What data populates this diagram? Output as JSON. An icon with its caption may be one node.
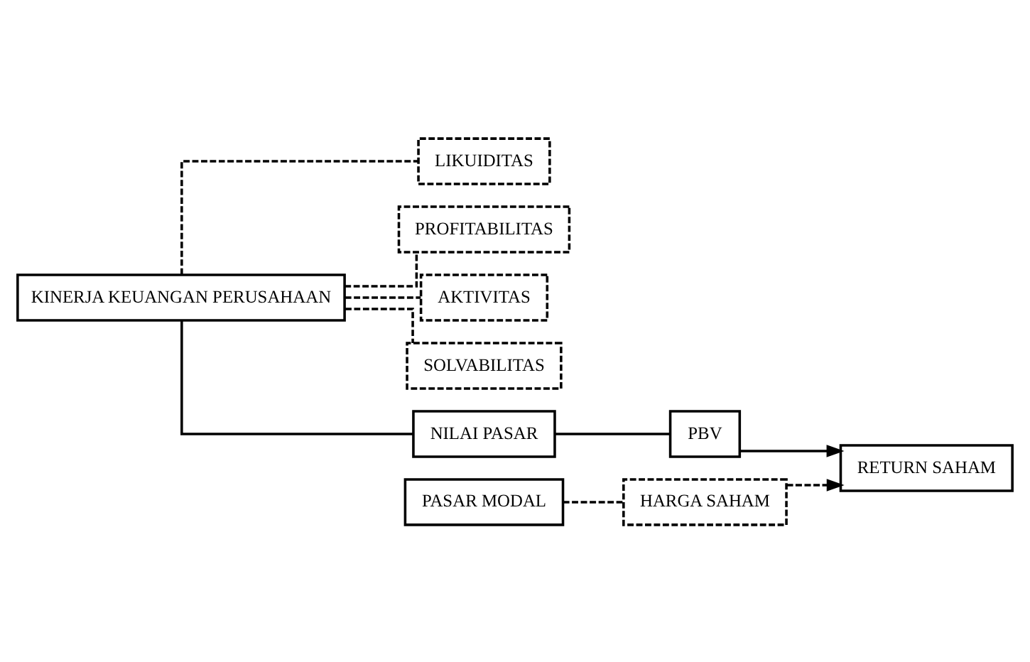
{
  "diagram": {
    "nodes": [
      {
        "text": [
          "KINERJA KEUANGAN PERUSAHAAN"
        ]
      },
      {
        "text": [
          "LIKUIDITAS"
        ]
      },
      {
        "text": [
          "PROFITABILITAS"
        ]
      },
      {
        "text": [
          "AKTIVITAS"
        ]
      },
      {
        "text": [
          "SOLVABILITAS"
        ]
      },
      {
        "text": [
          "NILAI PASAR"
        ]
      },
      {
        "text": [
          "PASAR MODAL"
        ]
      },
      {
        "text": [
          "HARGA SAHAM"
        ]
      },
      {
        "text": [
          "PBV"
        ]
      },
      {
        "text": [
          "RETURN SAHAM"
        ]
      }
    ],
    "edges": [
      {
        "from": 0,
        "to": 1,
        "arrow": "none",
        "style": "dashed"
      },
      {
        "from": 0,
        "to": 2,
        "arrow": "none",
        "style": "dashed"
      },
      {
        "from": 0,
        "to": 3,
        "arrow": "none",
        "style": "dashed"
      },
      {
        "from": 0,
        "to": 4,
        "arrow": "none",
        "style": "dashed"
      },
      {
        "from": 0,
        "to": 5,
        "arrow": "none"
      },
      {
        "from": 6,
        "to": 7,
        "arrow": "none",
        "style": "dashed"
      },
      {
        "from": 5,
        "to": 8,
        "arrow": "none"
      },
      {
        "from": 8,
        "to": 9,
        "arrow": "to"
      },
      {
        "from": 7,
        "to": 9,
        "arrow": "to",
        "style": "dashed"
      }
    ]
  }
}
